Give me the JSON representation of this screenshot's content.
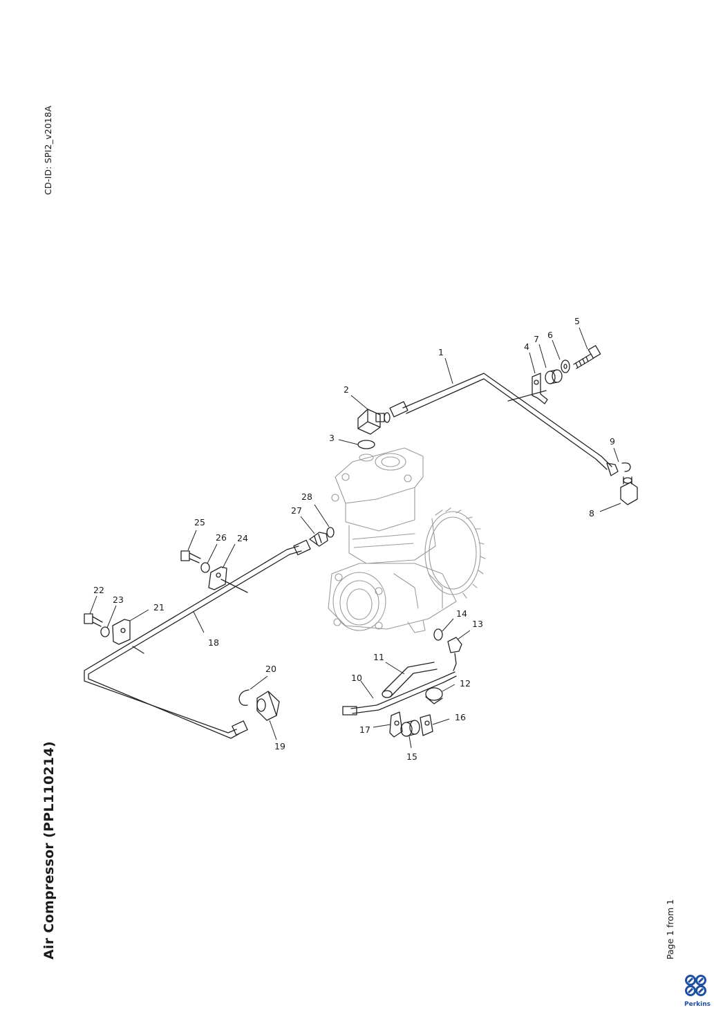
{
  "header": {
    "cd_id": "CD-ID: SPI2_v2018A",
    "title": "Air Compressor (PPL110214)",
    "page": "Page 1 from 1"
  },
  "brand": {
    "name": "Perkins",
    "color": "#1f4fa0",
    "icon": "perkins-logo-icon"
  },
  "diagram": {
    "callouts": [
      "1",
      "2",
      "3",
      "4",
      "5",
      "6",
      "7",
      "8",
      "9",
      "10",
      "11",
      "12",
      "13",
      "14",
      "15",
      "16",
      "17",
      "18",
      "19",
      "20",
      "21",
      "22",
      "23",
      "24",
      "25",
      "26",
      "27",
      "28"
    ]
  }
}
